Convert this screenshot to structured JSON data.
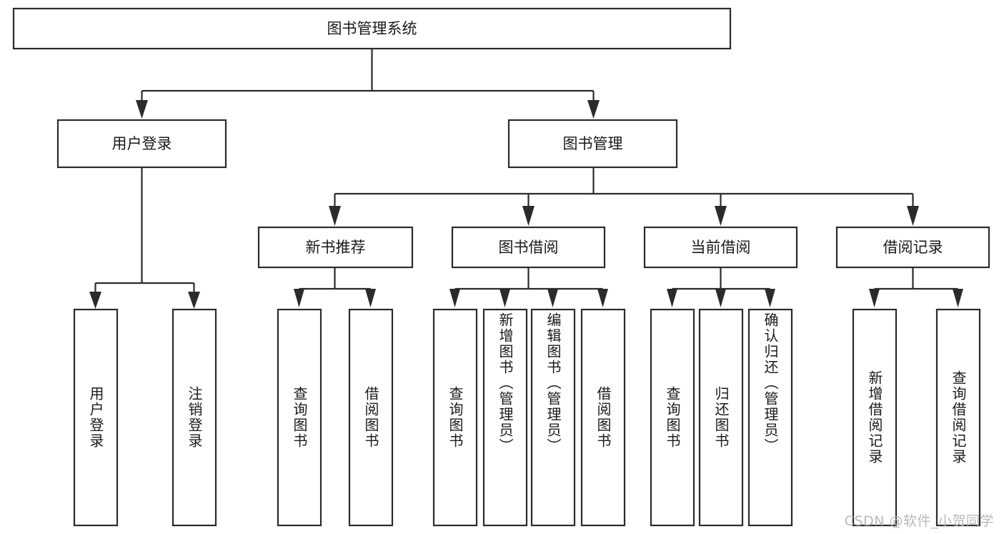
{
  "diagram": {
    "title": "图书管理系统",
    "type": "tree",
    "watermark": "CSDN @软件_小贺同学",
    "colors": {
      "box_stroke": "#2b2b2b",
      "box_fill": "#ffffff",
      "connector": "#2b2b2b",
      "text": "#1a1a1a",
      "watermark": "#b9b9b9",
      "background": "#ffffff"
    },
    "levels": {
      "root": "图书管理系统",
      "level2": [
        "用户登录",
        "图书管理"
      ],
      "level3": [
        "新书推荐",
        "图书借阅",
        "当前借阅",
        "借阅记录"
      ]
    },
    "nodes": {
      "root": {
        "label": "图书管理系统"
      },
      "user_login": {
        "label": "用户登录"
      },
      "book_manage": {
        "label": "图书管理"
      },
      "new_book_rec": {
        "label": "新书推荐"
      },
      "book_borrow": {
        "label": "图书借阅"
      },
      "current_borrow": {
        "label": "当前借阅"
      },
      "borrow_record": {
        "label": "借阅记录"
      },
      "leaf_user_login": {
        "label": "用户登录"
      },
      "leaf_logout": {
        "label": "注销登录"
      },
      "leaf_query_book_1": {
        "label": "查询图书"
      },
      "leaf_borrow_book_1": {
        "label": "借阅图书"
      },
      "leaf_query_book_2": {
        "label": "查询图书"
      },
      "leaf_add_book": {
        "label": "新增图书（管理员）"
      },
      "leaf_edit_book": {
        "label": "编辑图书（管理员）"
      },
      "leaf_borrow_book_2": {
        "label": "借阅图书"
      },
      "leaf_query_book_3": {
        "label": "查询图书"
      },
      "leaf_return_book": {
        "label": "归还图书"
      },
      "leaf_confirm_return": {
        "label": "确认归还（管理员）"
      },
      "leaf_add_record": {
        "label": "新增借阅记录"
      },
      "leaf_query_record": {
        "label": "查询借阅记录"
      }
    },
    "edges": [
      {
        "from": "图书管理系统",
        "to": "用户登录"
      },
      {
        "from": "图书管理系统",
        "to": "图书管理"
      },
      {
        "from": "用户登录",
        "to": "用户登录"
      },
      {
        "from": "用户登录",
        "to": "注销登录"
      },
      {
        "from": "图书管理",
        "to": "新书推荐"
      },
      {
        "from": "图书管理",
        "to": "图书借阅"
      },
      {
        "from": "图书管理",
        "to": "当前借阅"
      },
      {
        "from": "图书管理",
        "to": "借阅记录"
      },
      {
        "from": "新书推荐",
        "to": "查询图书"
      },
      {
        "from": "新书推荐",
        "to": "借阅图书"
      },
      {
        "from": "图书借阅",
        "to": "查询图书"
      },
      {
        "from": "图书借阅",
        "to": "新增图书（管理员）"
      },
      {
        "from": "图书借阅",
        "to": "编辑图书（管理员）"
      },
      {
        "from": "图书借阅",
        "to": "借阅图书"
      },
      {
        "from": "当前借阅",
        "to": "查询图书"
      },
      {
        "from": "当前借阅",
        "to": "归还图书"
      },
      {
        "from": "当前借阅",
        "to": "确认归还（管理员）"
      },
      {
        "from": "借阅记录",
        "to": "新增借阅记录"
      },
      {
        "from": "借阅记录",
        "to": "查询借阅记录"
      }
    ]
  }
}
